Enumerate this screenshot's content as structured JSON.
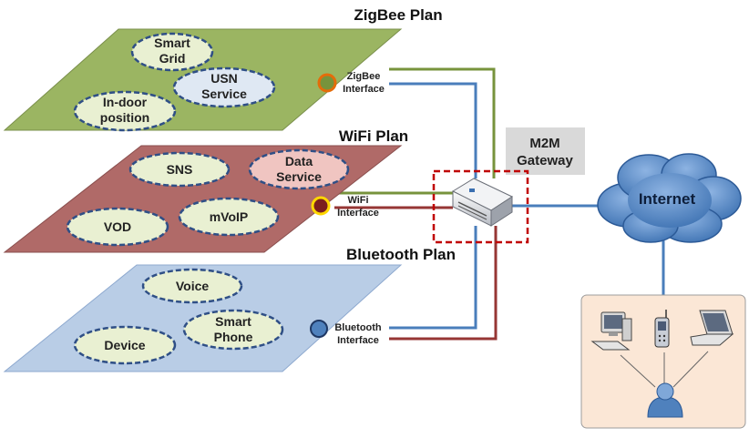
{
  "colors": {
    "zigbee_plane": "#9bb562",
    "wifi_plane": "#b06a68",
    "bluetooth_plane": "#b9cde6",
    "ellipse_fill": "#e9f0d2",
    "data_service_fill": "#f0c5c1",
    "usn_fill": "#dfe8f3",
    "ellipse_stroke": "#2f4f86",
    "line_green": "#77933c",
    "line_blue": "#4a7ebb",
    "line_red": "#963634",
    "gateway_box": "#c00000",
    "cloud": "#4f81bd",
    "user_panel": "#fbe7d6"
  },
  "zigbee": {
    "title": "ZigBee Plan",
    "nodes": {
      "smart_grid": [
        "Smart",
        "Grid"
      ],
      "usn": [
        "USN",
        "Service"
      ],
      "indoor": [
        "In-door",
        "position"
      ]
    },
    "interface": [
      "ZigBee",
      "Interface"
    ]
  },
  "wifi": {
    "title": "WiFi Plan",
    "nodes": {
      "sns": [
        "SNS"
      ],
      "data_service": [
        "Data",
        "Service"
      ],
      "vod": [
        "VOD"
      ],
      "mvoip": [
        "mVoIP"
      ]
    },
    "interface": [
      "WiFi",
      "Interface"
    ]
  },
  "bluetooth": {
    "title": "Bluetooth Plan",
    "nodes": {
      "voice": [
        "Voice"
      ],
      "smart_phone": [
        "Smart",
        "Phone"
      ],
      "device": [
        "Device"
      ]
    },
    "interface": [
      "Bluetooth",
      "Interface"
    ]
  },
  "gateway": {
    "label": [
      "M2M",
      "Gateway"
    ]
  },
  "internet": {
    "label": "Internet"
  },
  "icons": [
    "ellipse-node-icon",
    "interface-dot-icon",
    "gateway-device-icon",
    "cloud-icon",
    "desktop-pc-icon",
    "mobile-phone-icon",
    "laptop-icon",
    "user-icon"
  ]
}
